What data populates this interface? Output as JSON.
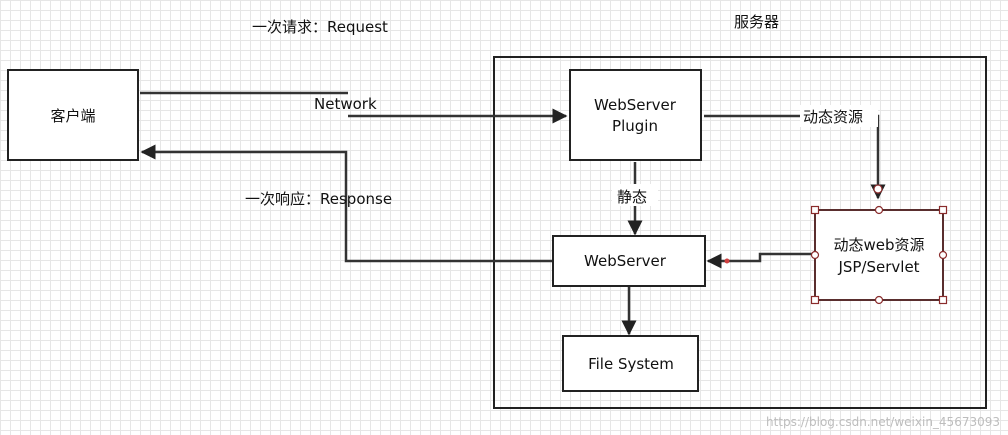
{
  "labels": {
    "request": "一次请求：Request",
    "server_title": "服务器",
    "network": "Network",
    "response": "一次响应：Response",
    "dynamic_resource": "动态资源",
    "static": "静态"
  },
  "nodes": {
    "client": "客户端",
    "plugin_line1": "WebServer",
    "plugin_line2": "Plugin",
    "webserver": "WebServer",
    "filesystem": "File System",
    "dynamic_line1": "动态web资源",
    "dynamic_line2": "JSP/Servlet"
  },
  "watermark": "https://blog.csdn.net/weixin_45673093"
}
